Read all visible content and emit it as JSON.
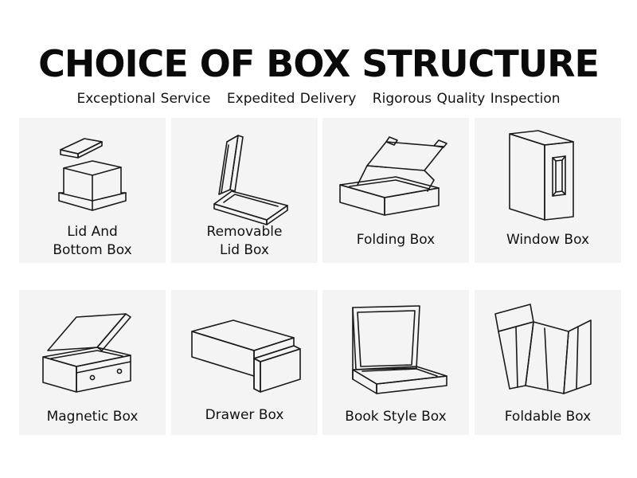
{
  "header": {
    "title": "CHOICE OF BOX STRUCTURE",
    "taglines": [
      "Exceptional Service",
      "Expedited Delivery",
      "Rigorous Quality Inspection"
    ]
  },
  "boxes": [
    {
      "line1": "Lid And",
      "line2": "Bottom Box",
      "icon": "lid-and-bottom-box-icon"
    },
    {
      "line1": "Removable",
      "line2": "Lid Box",
      "icon": "removable-lid-box-icon"
    },
    {
      "line1": "Folding Box",
      "line2": "",
      "icon": "folding-box-icon"
    },
    {
      "line1": "Window Box",
      "line2": "",
      "icon": "window-box-icon"
    },
    {
      "line1": "Magnetic Box",
      "line2": "",
      "icon": "magnetic-box-icon"
    },
    {
      "line1": "Drawer Box",
      "line2": "",
      "icon": "drawer-box-icon"
    },
    {
      "line1": "Book Style Box",
      "line2": "",
      "icon": "book-style-box-icon"
    },
    {
      "line1": "Foldable Box",
      "line2": "",
      "icon": "foldable-box-icon"
    }
  ]
}
